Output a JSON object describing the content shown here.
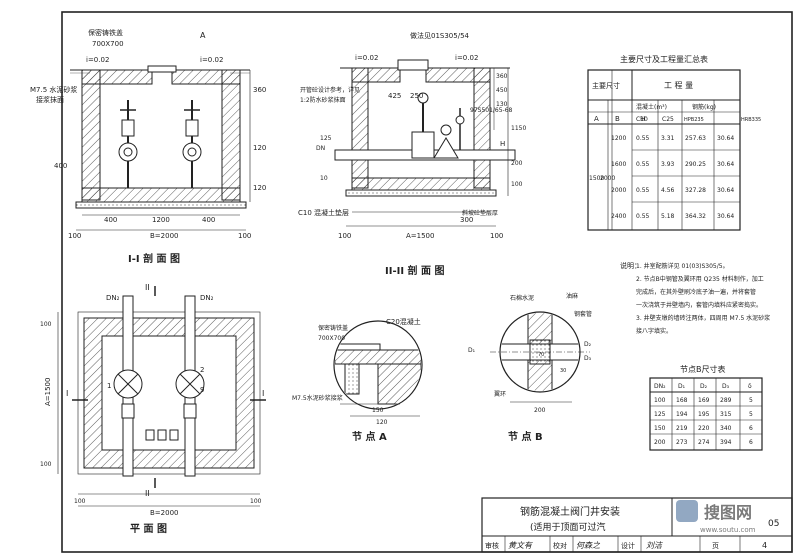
{
  "section1": {
    "title": "I-I 剖 面 图",
    "labels": {
      "cover": "保密铸铁盖",
      "cover_size": "700X700",
      "slope_l": "i=0.02",
      "slope_r": "i=0.02",
      "mortar": "M7.5 水泥砂浆",
      "mortar2": "接浆抹面",
      "mark_a": "A",
      "h400": "400",
      "h360": "360",
      "h120": "120",
      "h120b": "120"
    },
    "dims": [
      "100",
      "B=2000",
      "100",
      "400",
      "1200",
      "400"
    ]
  },
  "section2": {
    "title": "II-II 剖 面 图",
    "labels": {
      "ref_top": "做法见01S305/54",
      "slope_l": "i=0.02",
      "slope_r": "i=0.02",
      "ref_mid": "97S501/65-68",
      "note_a": "开管砼设计参考，详见",
      "note_b": "1:2防水砂浆抹面",
      "c10": "C10 混凝土垫层",
      "ref_ground": "斜坡砼垫层厚",
      "a_dim": "A=1500",
      "d1": "425",
      "d2": "250",
      "d3": "300",
      "d4": "100",
      "d5": "100",
      "h360": "360",
      "h450": "450",
      "h130": "130",
      "h1150": "1150",
      "h200": "200",
      "h100": "100",
      "h125": "125",
      "h10": "10",
      "mark_dn": "DN",
      "mark_h": "H"
    }
  },
  "plan": {
    "title": "平 面 图",
    "dn1": "DN₂",
    "dn2": "DN₂",
    "mark_1": "1",
    "mark_2": "2",
    "mark_9": "9",
    "sec_i_l": "I",
    "sec_i_r": "I",
    "sec_ii_t": "II",
    "sec_ii_b": "II",
    "a_dim": "A=1500",
    "b_dim": "B=2000",
    "d100a": "100",
    "d100b": "100",
    "d100c": "100",
    "d100d": "100"
  },
  "nodeA": {
    "title": "节 点  A",
    "cover": "保密铸铁盖",
    "cover_size": "700X700",
    "c20": "C20混凝土",
    "mortar": "M7.5水泥砂浆接浆",
    "d150": "150",
    "d120": "120"
  },
  "nodeB": {
    "title": "节 点  B",
    "stone": "石棉水泥",
    "oil": "油麻",
    "pipe": "钢套管",
    "wall": "翼环",
    "d200": "200",
    "d70": "70",
    "d30": "30",
    "d1": "D₁",
    "d2": "D₂",
    "d3": "D₃"
  },
  "table1": {
    "title": "主要尺寸及工程量汇总表",
    "head_main": "主要尺寸",
    "head_work": "工  程  量",
    "head_a": "A",
    "head_b": "B",
    "head_h": "H",
    "head_concrete": "混凝土(m³)",
    "head_steel": "钢筋(kg)",
    "head_c10": "C10",
    "head_c25": "C25",
    "head_hpb": "HPB235",
    "head_hrb": "HRB335",
    "a_val": "1500",
    "b_val": "2000",
    "rows": [
      [
        "1200",
        "0.55",
        "3.31",
        "257.63",
        "30.64"
      ],
      [
        "1600",
        "0.55",
        "3.93",
        "290.25",
        "30.64"
      ],
      [
        "2000",
        "0.55",
        "4.56",
        "327.28",
        "30.64"
      ],
      [
        "2400",
        "0.55",
        "5.18",
        "364.32",
        "30.64"
      ]
    ]
  },
  "notes": {
    "title": "说明：",
    "lines": [
      "1. 井室配筋详见 01(03)S305/5。",
      "2. 节点B中钢管及翼环用 Q235 材料制作，加工",
      "   完成后，在其外壁刷冷底子油一遍，并将套管",
      "   一次浇筑于井壁墙内，套管内填料应紧密捣实。",
      "3. 井壁支墩的墙砖注两体，四周用 M7.5 水泥砂浆",
      "   接八字填实。"
    ]
  },
  "table2": {
    "title": "节点B尺寸表",
    "headers": [
      "DN₂",
      "D₁",
      "D₂",
      "D₃",
      "δ"
    ],
    "rows": [
      [
        "100",
        "168",
        "169",
        "289",
        "5"
      ],
      [
        "125",
        "194",
        "195",
        "315",
        "5"
      ],
      [
        "150",
        "219",
        "220",
        "340",
        "6"
      ],
      [
        "200",
        "273",
        "274",
        "394",
        "6"
      ]
    ]
  },
  "titleblock": {
    "title1": "钢筋混凝土阀门井安装",
    "title2": "(适用于顶面可过汽",
    "page_ref": "05",
    "review": "审核",
    "check": "校对",
    "design": "设计",
    "sig1": "黄文有",
    "sig2": "何森之",
    "sig3": "刘洁",
    "page_label": "页",
    "page_no": "4",
    "watermark": "搜图网",
    "watermark_url": "www.soutu.com"
  }
}
